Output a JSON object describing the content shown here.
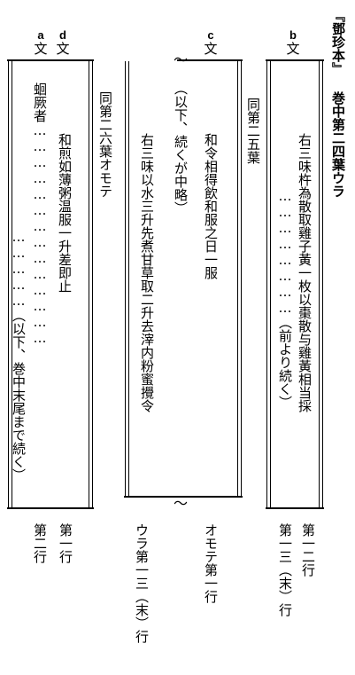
{
  "title_line": "『鄧珍本』 巻中第二四葉ウラ",
  "labels": {
    "b": {
      "letter": "b",
      "word": "文"
    },
    "c": {
      "letter": "c",
      "word": "文"
    },
    "a": {
      "letter": "a",
      "word": "文"
    },
    "d": {
      "letter": "d",
      "word": "文"
    }
  },
  "box_b": {
    "line1": "右三味杵為散取雞子黃一枚以棗散与雞黃相当採",
    "note": "……………………（前より続く）"
  },
  "between_bc": "同第二五葉",
  "box_c": {
    "line1": "和令相得飲和服之日一服",
    "line2": "右三味以水三升先煮甘草取二升去滓内粉蜜攪令",
    "note": "（以下、続くが中略）"
  },
  "between_cad": "同第二六葉オモテ",
  "box_ad": {
    "line1": "和煎如薄粥温服一升差即止",
    "line2": "蛔厥者……………………………………",
    "note": "……………（以下、巻中末尾まで続く）"
  },
  "bottom": {
    "b1": "第一二行",
    "b2": "第一三（末）行",
    "c1": "オモテ第一行",
    "c2": "ウラ第一三（末）行",
    "a1": "第一行",
    "d1": "第二行"
  },
  "tildes": {
    "top": "～",
    "bottom": "～"
  }
}
